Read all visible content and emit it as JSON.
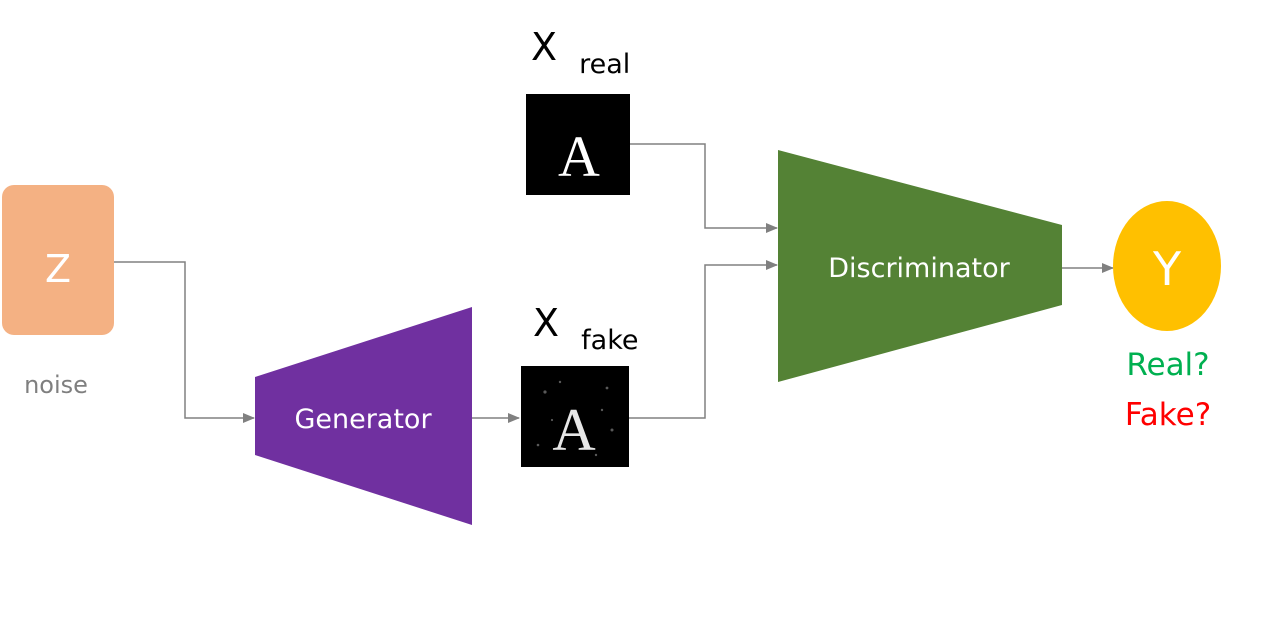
{
  "nodes": {
    "noise_box": {
      "label": "Z",
      "caption": "noise",
      "fill": "#f4b183",
      "text_color": "#ffffff",
      "caption_color": "#7f7f7f"
    },
    "generator": {
      "label": "Generator",
      "fill": "#7030a0",
      "text_color": "#ffffff"
    },
    "real_image": {
      "title_main": "X",
      "title_sub": "real",
      "glyph": "A",
      "fill": "#000000",
      "glyph_color": "#ffffff"
    },
    "fake_image": {
      "title_main": "X",
      "title_sub": "fake",
      "glyph": "A",
      "fill": "#000000",
      "glyph_color": "#ffffff"
    },
    "discriminator": {
      "label": "Discriminator",
      "fill": "#548235",
      "text_color": "#ffffff"
    },
    "output": {
      "label": "Y",
      "fill": "#ffc000",
      "text_color": "#ffffff"
    }
  },
  "output_labels": {
    "real": {
      "text": "Real?",
      "color": "#00b050"
    },
    "fake": {
      "text": "Fake?",
      "color": "#ff0000"
    }
  },
  "connector_color": "#808080",
  "edges": [
    {
      "from": "noise_box",
      "to": "generator"
    },
    {
      "from": "generator",
      "to": "fake_image"
    },
    {
      "from": "real_image",
      "to": "discriminator"
    },
    {
      "from": "fake_image",
      "to": "discriminator"
    },
    {
      "from": "discriminator",
      "to": "output"
    }
  ]
}
